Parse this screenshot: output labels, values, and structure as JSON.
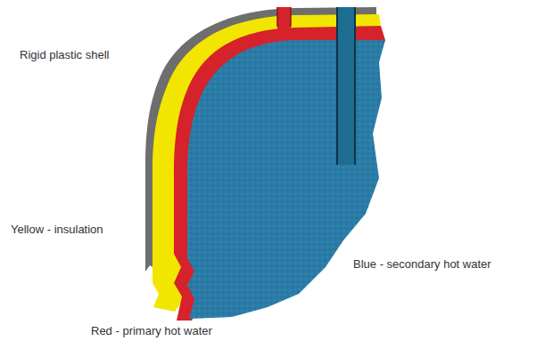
{
  "diagram": {
    "labels": [
      "Rigid plastic shell",
      "Yellow - insulation",
      "Blue - secondary hot water",
      "Red - primary hot water"
    ]
  }
}
